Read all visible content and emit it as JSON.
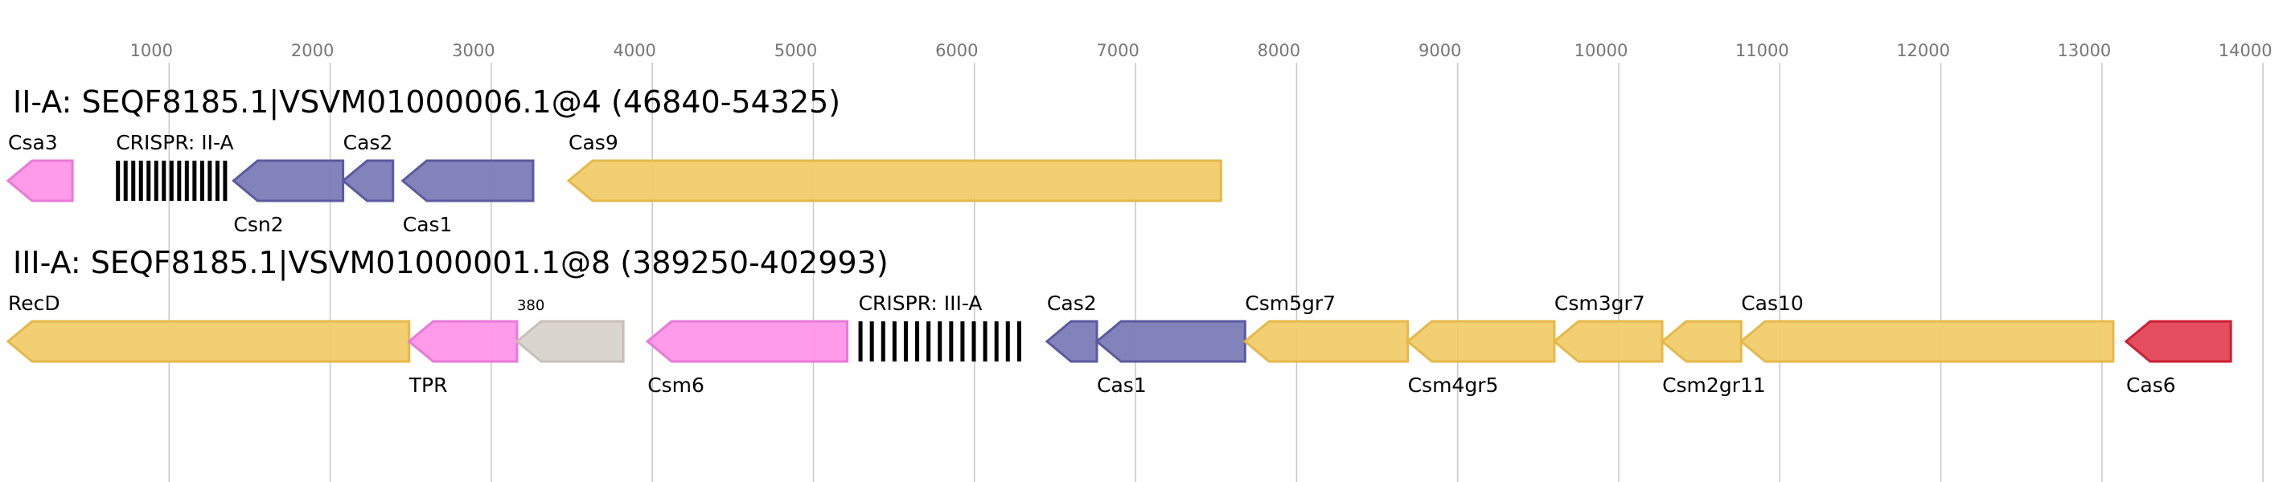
{
  "colors": {
    "yellow": "#f2cc6c",
    "yellow_edge": "#e6b848",
    "purple": "#7c7cb8",
    "purple_edge": "#5a5aa0",
    "pink": "#ff96e8",
    "pink_edge": "#e87ad8",
    "gray": "#d9d3cd",
    "gray_edge": "#c8c0b8",
    "red": "#e44555",
    "red_edge": "#cc1f33",
    "grid": "#c8c8c8",
    "crispr_bar": "#000000"
  },
  "axis": {
    "ticks": [
      1000,
      2000,
      3000,
      4000,
      5000,
      6000,
      7000,
      8000,
      9000,
      10000,
      11000,
      12000,
      13000,
      14000
    ],
    "tick_labels": [
      "1000",
      "2000",
      "3000",
      "4000",
      "5000",
      "6000",
      "7000",
      "8000",
      "9000",
      "10000",
      "11000",
      "12000",
      "13000",
      "14000"
    ]
  },
  "loci": [
    {
      "title": "II-A: SEQF8185.1|VSVM01000006.1@4 (46840-54325)",
      "features": [
        {
          "name": "Csa3",
          "type": "gene",
          "start": 0,
          "end": 400,
          "strand": -1,
          "color": "pink",
          "label_pos": "above"
        },
        {
          "name": "CRISPR: II-A",
          "type": "crispr",
          "start": 670,
          "end": 1360,
          "repeats": 15,
          "label_pos": "above"
        },
        {
          "name": "Csn2",
          "type": "gene",
          "start": 1400,
          "end": 2080,
          "strand": -1,
          "color": "purple",
          "label_pos": "below"
        },
        {
          "name": "Cas2",
          "type": "gene",
          "start": 2080,
          "end": 2390,
          "strand": -1,
          "color": "purple",
          "label_pos": "above"
        },
        {
          "name": "Cas1",
          "type": "gene",
          "start": 2450,
          "end": 3260,
          "strand": -1,
          "color": "purple",
          "label_pos": "below"
        },
        {
          "name": "Cas9",
          "type": "gene",
          "start": 3480,
          "end": 7530,
          "strand": -1,
          "color": "yellow",
          "label_pos": "above"
        }
      ]
    },
    {
      "title": "III-A: SEQF8185.1|VSVM01000001.1@8 (389250-402993)",
      "features": [
        {
          "name": "RecD",
          "type": "gene",
          "start": 0,
          "end": 2490,
          "strand": -1,
          "color": "yellow",
          "label_pos": "above"
        },
        {
          "name": "TPR",
          "type": "gene",
          "start": 2490,
          "end": 3160,
          "strand": -1,
          "color": "pink",
          "label_pos": "below"
        },
        {
          "name": "380",
          "type": "gene",
          "start": 3160,
          "end": 3820,
          "strand": -1,
          "color": "gray",
          "label_pos": "above",
          "small": true
        },
        {
          "name": "Csm6",
          "type": "gene",
          "start": 3970,
          "end": 5210,
          "strand": -1,
          "color": "pink",
          "label_pos": "below"
        },
        {
          "name": "CRISPR: III-A",
          "type": "crispr",
          "start": 5280,
          "end": 6290,
          "repeats": 15,
          "label_pos": "above"
        },
        {
          "name": "Cas2",
          "type": "gene",
          "start": 6450,
          "end": 6760,
          "strand": -1,
          "color": "purple",
          "label_pos": "above"
        },
        {
          "name": "Cas1",
          "type": "gene",
          "start": 6760,
          "end": 7680,
          "strand": -1,
          "color": "purple",
          "label_pos": "below"
        },
        {
          "name": "Csm5gr7",
          "type": "gene",
          "start": 7680,
          "end": 8690,
          "strand": -1,
          "color": "yellow",
          "label_pos": "above"
        },
        {
          "name": "Csm4gr5",
          "type": "gene",
          "start": 8690,
          "end": 9600,
          "strand": -1,
          "color": "yellow",
          "label_pos": "below"
        },
        {
          "name": "Csm3gr7",
          "type": "gene",
          "start": 9600,
          "end": 10270,
          "strand": -1,
          "color": "yellow",
          "label_pos": "above"
        },
        {
          "name": "Csm2gr11",
          "type": "gene",
          "start": 10270,
          "end": 10760,
          "strand": -1,
          "color": "yellow",
          "label_pos": "below"
        },
        {
          "name": "Cas10",
          "type": "gene",
          "start": 10760,
          "end": 13070,
          "strand": -1,
          "color": "yellow",
          "label_pos": "above"
        },
        {
          "name": "Cas6",
          "type": "gene",
          "start": 13150,
          "end": 13800,
          "strand": -1,
          "color": "red",
          "label_pos": "below"
        }
      ]
    }
  ]
}
